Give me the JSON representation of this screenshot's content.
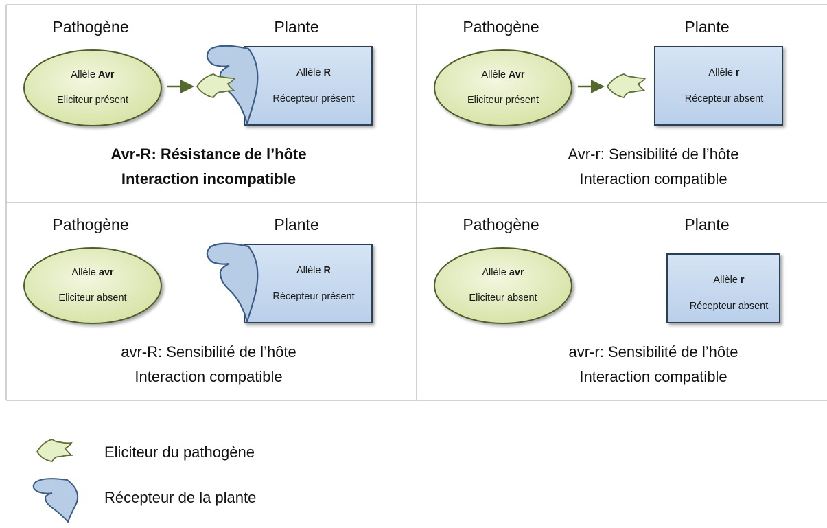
{
  "panels": [
    {
      "pathogen_header": "Pathogène",
      "plant_header": "Plante",
      "pathogen_allele_prefix": "Allèle ",
      "pathogen_allele": "Avr",
      "pathogen_state": "Eliciteur présent",
      "plant_allele_prefix": "Allèle ",
      "plant_allele": "R",
      "plant_state": "Récepteur présent",
      "caption_line1": "Avr-R:  Résistance de l’hôte",
      "caption_line2": "Interaction incompatible",
      "caption_bold": true
    },
    {
      "pathogen_header": "Pathogène",
      "plant_header": "Plante",
      "pathogen_allele_prefix": "Allèle ",
      "pathogen_allele": "Avr",
      "pathogen_state": "Eliciteur présent",
      "plant_allele_prefix": "Allèle ",
      "plant_allele": "r",
      "plant_state": "Récepteur absent",
      "caption_line1": "Avr-r:  Sensibilité de l’hôte",
      "caption_line2": "Interaction compatible",
      "caption_bold": false
    },
    {
      "pathogen_header": "Pathogène",
      "plant_header": "Plante",
      "pathogen_allele_prefix": "Allèle ",
      "pathogen_allele": "avr",
      "pathogen_state": "Eliciteur absent",
      "plant_allele_prefix": "Allèle ",
      "plant_allele": "R",
      "plant_state": "Récepteur présent",
      "caption_line1": "avr-R:  Sensibilité de l’hôte",
      "caption_line2": "Interaction compatible",
      "caption_bold": false
    },
    {
      "pathogen_header": "Pathogène",
      "plant_header": "Plante",
      "pathogen_allele_prefix": "Allèle ",
      "pathogen_allele": "avr",
      "pathogen_state": "Eliciteur absent",
      "plant_allele_prefix": "Allèle ",
      "plant_allele": "r",
      "plant_state": "Récepteur absent",
      "caption_line1": "avr-r:  Sensibilité de l’hôte",
      "caption_line2": "Interaction compatible",
      "caption_bold": false
    }
  ],
  "legend": {
    "elicitor_label": "Eliciteur du pathogène",
    "receptor_label": "Récepteur de la plante"
  },
  "colors": {
    "ellipse_fill": "#e3ebbf",
    "ellipse_stroke": "#4f5d2a",
    "box_fill": "#c6d9f0",
    "box_stroke": "#2b3f57",
    "receptor_fill": "#b7cde6",
    "receptor_stroke": "#3c5c85",
    "elicitor_fill": "#e6f0c6",
    "elicitor_stroke": "#5f6f38",
    "arrow": "#56692d"
  }
}
